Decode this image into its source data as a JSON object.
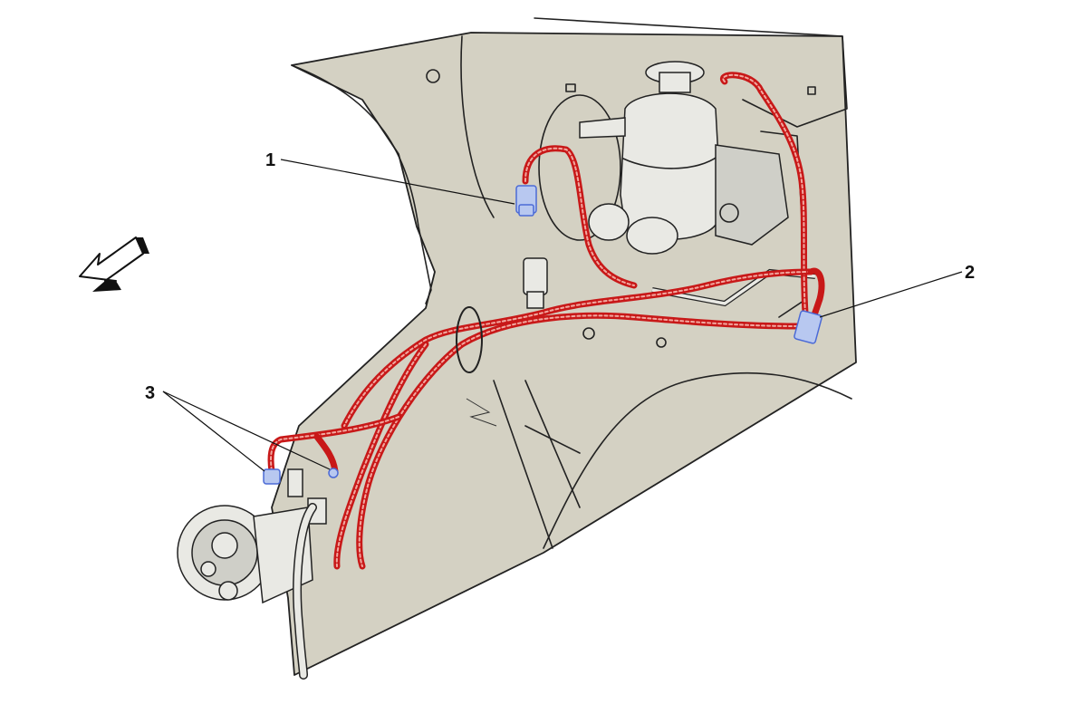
{
  "diagram": {
    "colors": {
      "panel": "#d4d1c3",
      "harness": "#c81818",
      "connector": "#6c8ae6",
      "outline": "#222222",
      "background": "#ffffff"
    },
    "callouts": [
      {
        "id": "1",
        "label": "1"
      },
      {
        "id": "2",
        "label": "2"
      },
      {
        "id": "3",
        "label": "3"
      }
    ],
    "icons": [
      "direction-arrow-icon"
    ]
  }
}
